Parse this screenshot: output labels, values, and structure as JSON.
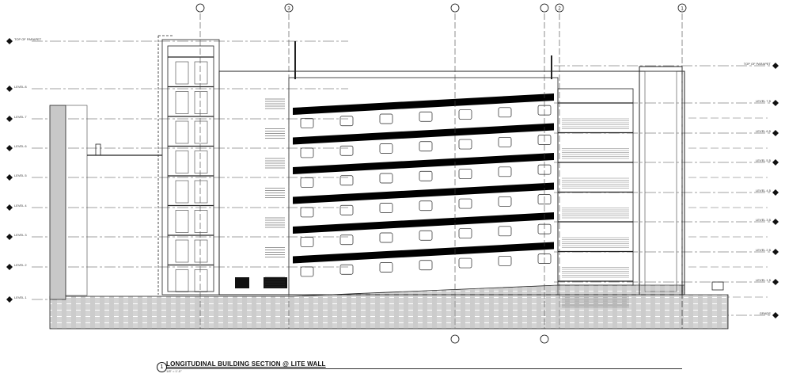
{
  "drawing": {
    "title": "LONGITUDINAL BUILDING SECTION @ LITE WALL",
    "number": "1",
    "scale": "1/8\" = 1'-0\"",
    "grid_bubbles": [
      "3",
      "2",
      "1"
    ],
    "left_levels": [
      "TOP OF PARAPET",
      "LEVEL 8",
      "LEVEL 7",
      "LEVEL 6",
      "LEVEL 5",
      "LEVEL 4",
      "LEVEL 3",
      "LEVEL 2",
      "LEVEL 1"
    ],
    "right_levels": [
      "TOP OF PARAPET",
      "LEVEL 7.5",
      "LEVEL 6.5",
      "LEVEL 5.5",
      "LEVEL 4.5",
      "LEVEL 3.5",
      "LEVEL 2.5",
      "LEVEL 1.5",
      "GRADE"
    ],
    "colors": {
      "ink": "#111111",
      "wall_fill": "#c8c8c8",
      "slab": "#000000"
    }
  }
}
